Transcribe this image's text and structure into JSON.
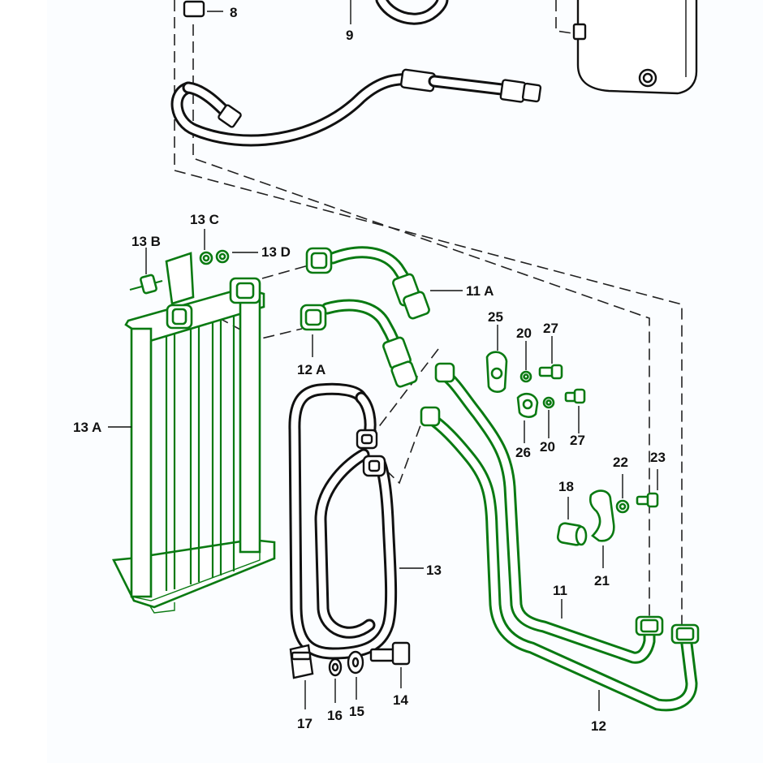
{
  "diagram": {
    "background": "#ffffff",
    "part_color": "#0a7a12",
    "line_color": "#111111",
    "callouts": [
      {
        "id": "8",
        "text": "8"
      },
      {
        "id": "9",
        "text": "9"
      },
      {
        "id": "13C",
        "text": "13 C"
      },
      {
        "id": "13B",
        "text": "13 B"
      },
      {
        "id": "13D",
        "text": "13 D"
      },
      {
        "id": "11A",
        "text": "11 A"
      },
      {
        "id": "12A",
        "text": "12 A"
      },
      {
        "id": "13A",
        "text": "13 A"
      },
      {
        "id": "25",
        "text": "25"
      },
      {
        "id": "20a",
        "text": "20"
      },
      {
        "id": "27a",
        "text": "27"
      },
      {
        "id": "26",
        "text": "26"
      },
      {
        "id": "20b",
        "text": "20"
      },
      {
        "id": "27b",
        "text": "27"
      },
      {
        "id": "22",
        "text": "22"
      },
      {
        "id": "23",
        "text": "23"
      },
      {
        "id": "18",
        "text": "18"
      },
      {
        "id": "21",
        "text": "21"
      },
      {
        "id": "13",
        "text": "13"
      },
      {
        "id": "11",
        "text": "11"
      },
      {
        "id": "17",
        "text": "17"
      },
      {
        "id": "16",
        "text": "16"
      },
      {
        "id": "15",
        "text": "15"
      },
      {
        "id": "14",
        "text": "14"
      },
      {
        "id": "12",
        "text": "12"
      }
    ]
  }
}
